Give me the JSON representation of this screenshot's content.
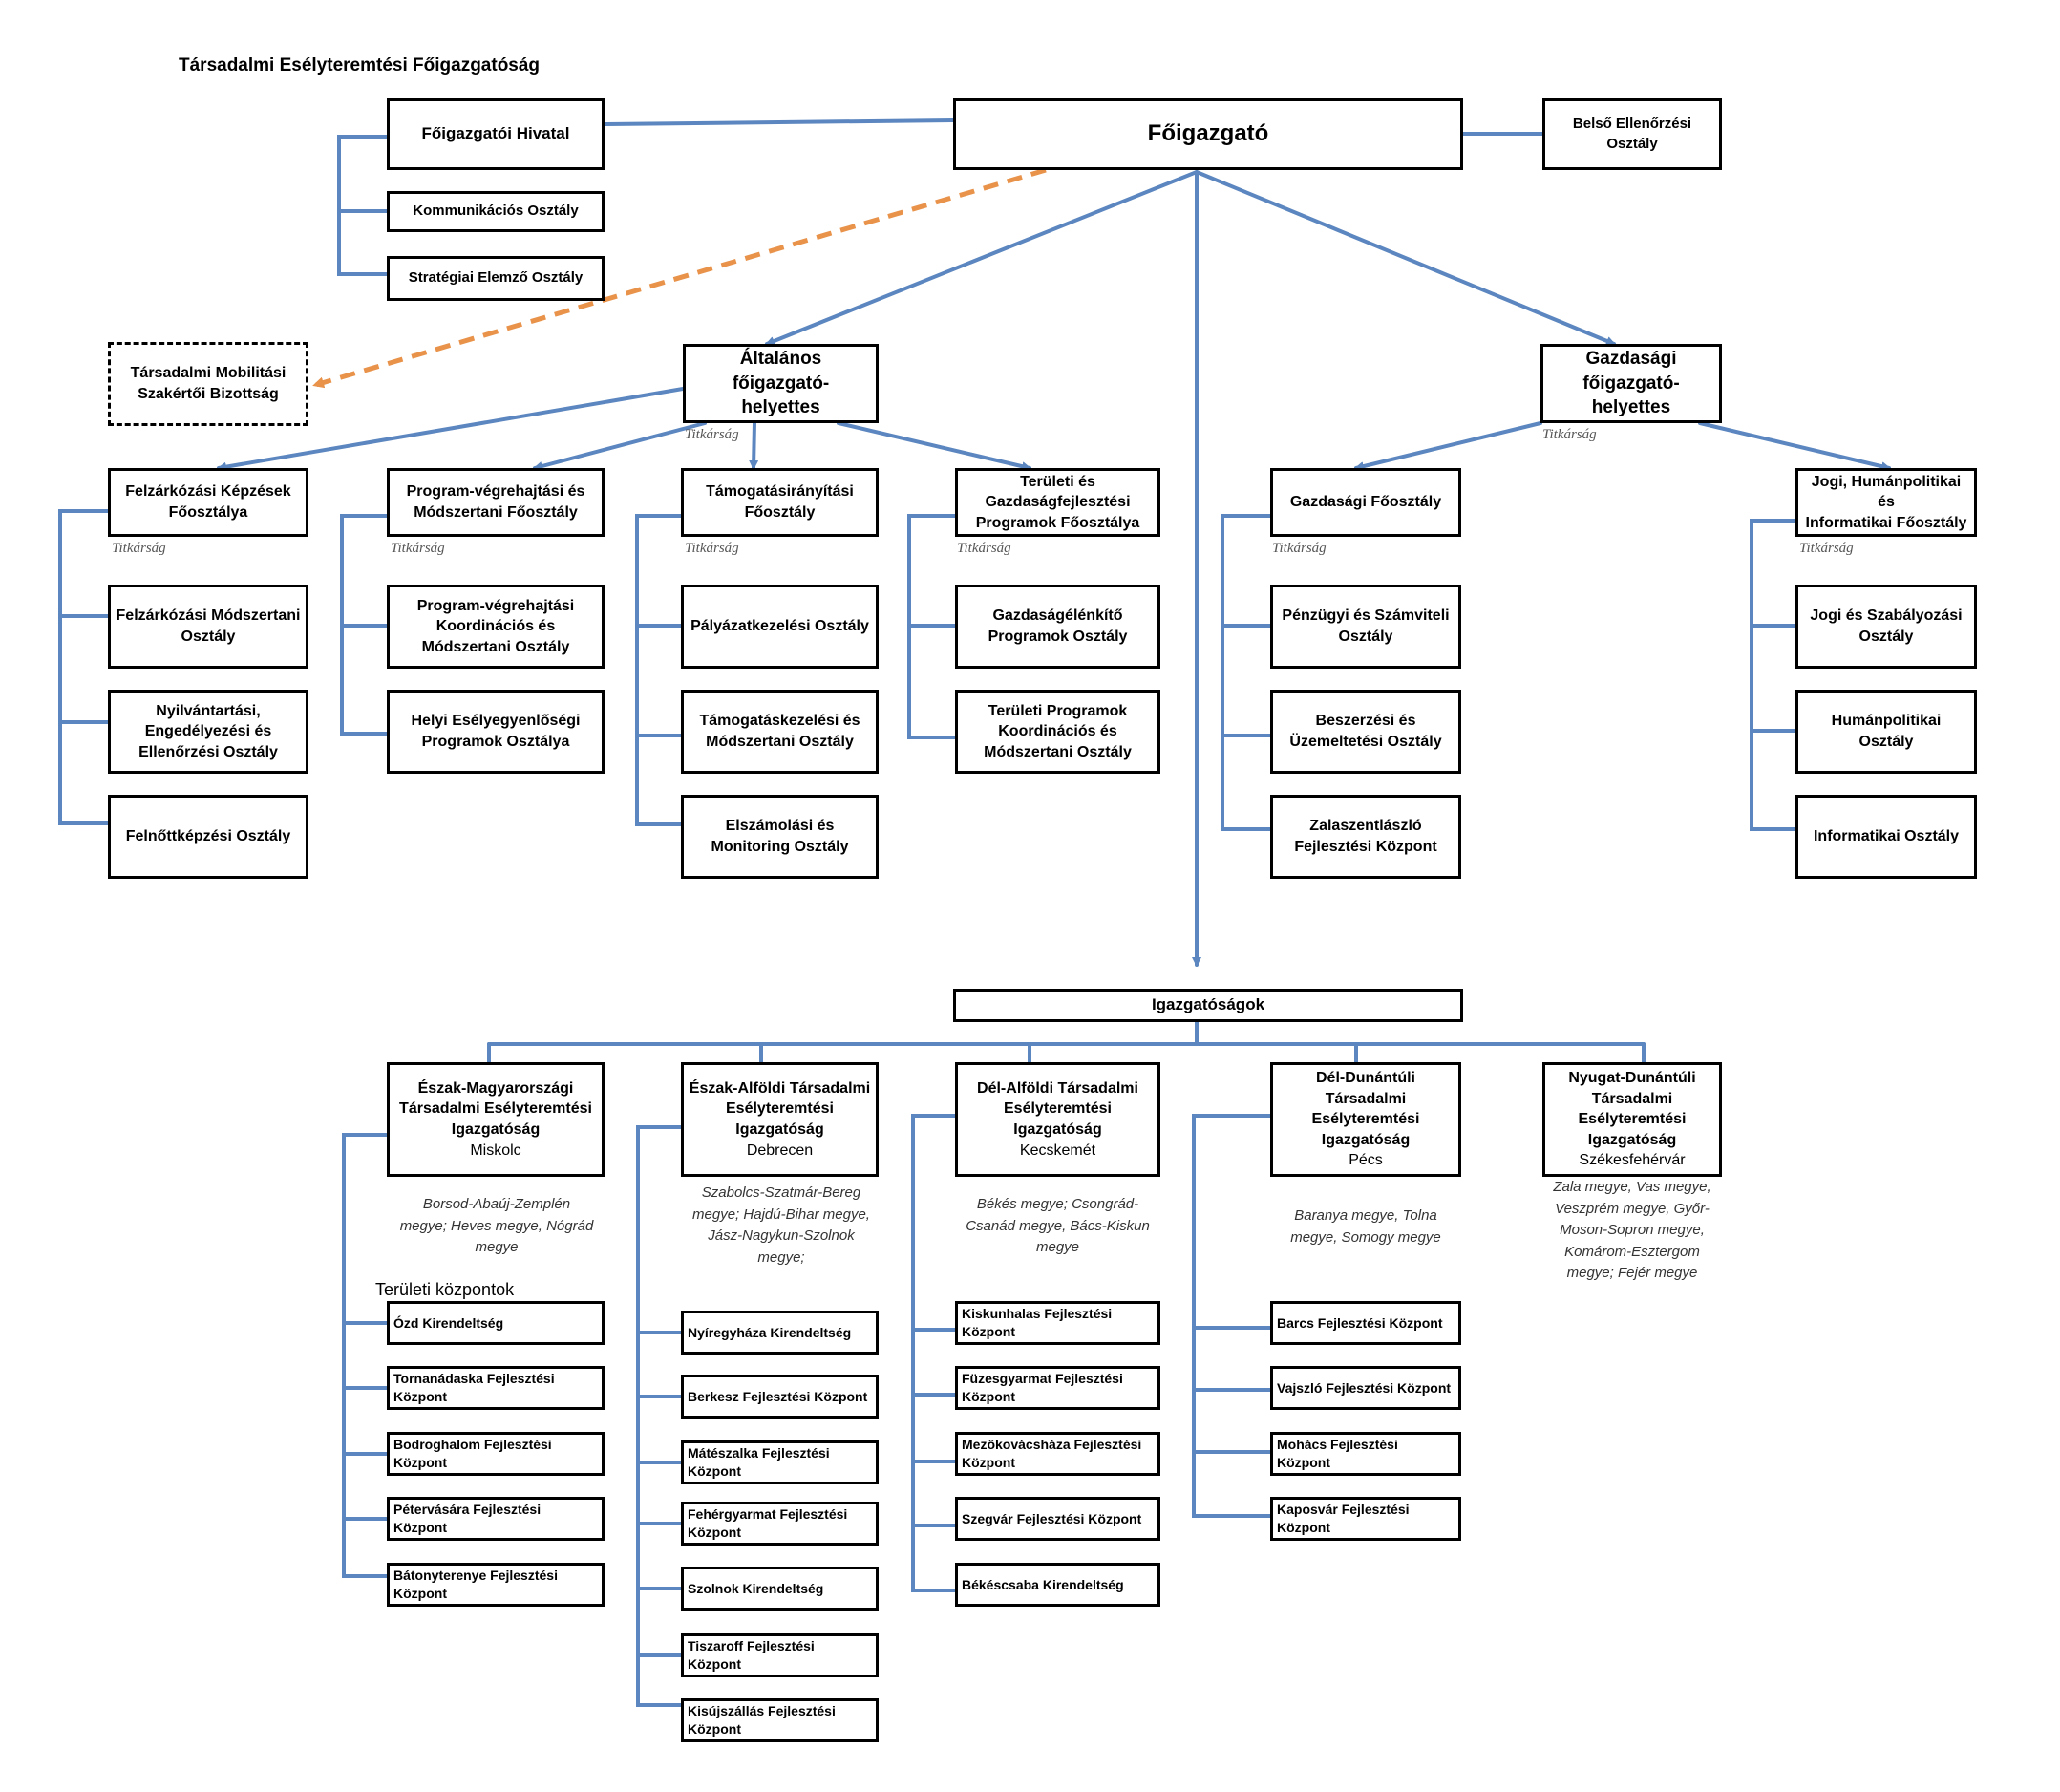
{
  "title": "Társadalmi Esélyteremtési Főigazgatóság",
  "top": {
    "director_general": "Főigazgató",
    "office": "Főigazgatói Hivatal",
    "communication": "Kommunikációs Osztály",
    "strategic": "Stratégiai Elemző Osztály",
    "internal_audit": "Belső Ellenőrzési Osztály",
    "mobility_committee": "Társadalmi Mobilitási\nSzakértői Bizottság"
  },
  "deputy_general": {
    "title": "Általános főigazgató-\nhelyettes",
    "secretariat": "Titkárság",
    "departments": [
      {
        "head": "Felzárkózási Képzések\nFőosztálya",
        "secretariat": "Titkárság",
        "units": [
          "Felzárkózási Módszertani\nOsztály",
          "Nyilvántartási,\nEngedélyezési és\nEllenőrzési Osztály",
          "Felnőttképzési Osztály"
        ]
      },
      {
        "head": "Program-végrehajtási és\nMódszertani Főosztály",
        "secretariat": "Titkárság",
        "units": [
          "Program-végrehajtási\nKoordinációs és\nMódszertani Osztály",
          "Helyi Esélyegyenlőségi\nProgramok Osztálya"
        ]
      },
      {
        "head": "Támogatásirányítási\nFőosztály",
        "secretariat": "Titkárság",
        "units": [
          "Pályázatkezelési Osztály",
          "Támogatáskezelési és\nMódszertani  Osztály",
          "Elszámolási és\nMonitoring Osztály"
        ]
      },
      {
        "head": "Területi és\nGazdaságfejlesztési\nProgramok Főosztálya",
        "secretariat": "Titkárság",
        "units": [
          "Gazdaságélénkítő\nProgramok  Osztály",
          "Területi Programok\nKoordinációs és\nMódszertani Osztály"
        ]
      }
    ]
  },
  "deputy_economic": {
    "title": "Gazdasági\nfőigazgató-\nhelyettes",
    "secretariat": "Titkárság",
    "departments": [
      {
        "head": "Gazdasági Főosztály",
        "secretariat": "Titkárság",
        "units": [
          "Pénzügyi és Számviteli\nOsztály",
          "Beszerzési és\nÜzemeltetési Osztály",
          "Zalaszentlászló\nFejlesztési Központ"
        ]
      },
      {
        "head": "Jogi, Humánpolitikai és\nInformatikai Főosztály",
        "secretariat": "Titkárság",
        "units": [
          "Jogi és Szabályozási\nOsztály",
          "Humánpolitikai Osztály",
          "Informatikai Osztály"
        ]
      }
    ]
  },
  "directorates": {
    "title": "Igazgatóságok",
    "territorial_label": "Területi központok",
    "items": [
      {
        "name": "Észak-Magyarországi\nTársadalmi Esélyteremtési\nIgazgatóság",
        "city": "Miskolc",
        "counties": "Borsod-Abaúj-Zemplén\nmegye; Heves megye, Nógrád\nmegye",
        "centers": [
          "Ózd Kirendeltség",
          "Tornanádaska Fejlesztési\nKözpont",
          "Bodroghalom Fejlesztési\nKözpont",
          "Pétervására  Fejlesztési\nKözpont",
          "Bátonyterenye Fejlesztési\nKözpont"
        ]
      },
      {
        "name": "Észak-Alföldi Társadalmi\nEsélyteremtési\nIgazgatóság",
        "city": "Debrecen",
        "counties": "Szabolcs-Szatmár-Bereg\nmegye; Hajdú-Bihar megye,\nJász-Nagykun-Szolnok\nmegye;",
        "centers": [
          "Nyíregyháza Kirendeltség",
          "Berkesz Fejlesztési Központ",
          "Mátészalka Fejlesztési\nKözpont",
          "Fehérgyarmat Fejlesztési\nKözpont",
          "Szolnok  Kirendeltség",
          "Tiszaroff Fejlesztési\nKözpont",
          "Kisújszállás Fejlesztési\nKözpont"
        ]
      },
      {
        "name": "Dél-Alföldi Társadalmi\nEsélyteremtési\nIgazgatóság",
        "city": "Kecskemét",
        "counties": "Békés megye; Csongrád-\nCsanád megye, Bács-Kiskun\nmegye",
        "centers": [
          "Kiskunhalas Fejlesztési\nKözpont",
          "Füzesgyarmat Fejlesztési\nKözpont",
          "Mezőkovácsháza Fejlesztési\nKözpont",
          "Szegvár Fejlesztési Központ",
          "Békéscsaba Kirendeltség"
        ]
      },
      {
        "name": "Dél-Dunántúli\nTársadalmi\nEsélyteremtési\nIgazgatóság",
        "city": "Pécs",
        "counties": "Baranya megye, Tolna\nmegye, Somogy megye",
        "centers": [
          "Barcs Fejlesztési Központ",
          "Vajszló Fejlesztési Központ",
          "Mohács Fejlesztési\nKözpont",
          "Kaposvár Fejlesztési\nKözpont"
        ]
      },
      {
        "name": "Nyugat-Dunántúli\nTársadalmi\nEsélyteremtési\nIgazgatóság",
        "city": "Székesfehérvár",
        "counties": "Zala megye, Vas megye,\nVeszprém megye, Győr-\nMoson-Sopron megye,\nKomárom-Esztergom\nmegye; Fejér megye",
        "centers": []
      }
    ]
  },
  "colors": {
    "connector": "#5b86bf",
    "dashed_connector": "#e8924a",
    "box_border": "#000000"
  }
}
